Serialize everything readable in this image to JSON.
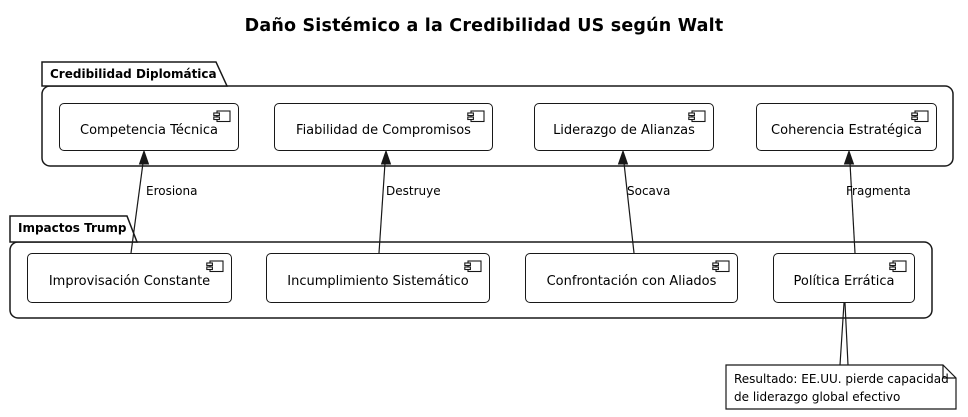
{
  "title": "Daño Sistémico a la Credibilidad US según Walt",
  "diagram_type": "uml-component-diagram",
  "colors": {
    "stroke": "#181818",
    "fill": "#ffffff",
    "text": "#000000",
    "background": "#ffffff"
  },
  "icons": {
    "component": "uml-component-icon",
    "package_tab": "folder-tab-shape",
    "note": "note-folded-corner-shape"
  },
  "packages": [
    {
      "label": "Credibilidad Diplomática",
      "components": [
        {
          "label": "Competencia Técnica"
        },
        {
          "label": "Fiabilidad de Compromisos"
        },
        {
          "label": "Liderazgo de Alianzas"
        },
        {
          "label": "Coherencia Estratégica"
        }
      ]
    },
    {
      "label": "Impactos Trump",
      "components": [
        {
          "label": "Improvisación Constante"
        },
        {
          "label": "Incumplimiento Sistemático"
        },
        {
          "label": "Confrontación con Aliados"
        },
        {
          "label": "Política Errática"
        }
      ]
    }
  ],
  "relations": [
    {
      "from": "Improvisación Constante",
      "to": "Competencia Técnica",
      "label": "Erosiona"
    },
    {
      "from": "Incumplimiento Sistemático",
      "to": "Fiabilidad de Compromisos",
      "label": "Destruye"
    },
    {
      "from": "Confrontación con Aliados",
      "to": "Liderazgo de Alianzas",
      "label": "Socava"
    },
    {
      "from": "Política Errática",
      "to": "Coherencia Estratégica",
      "label": "Fragmenta"
    }
  ],
  "note": {
    "attached_to": "Política Errática",
    "line1": "Resultado: EE.UU. pierde capacidad",
    "line2": "de liderazgo global efectivo"
  }
}
